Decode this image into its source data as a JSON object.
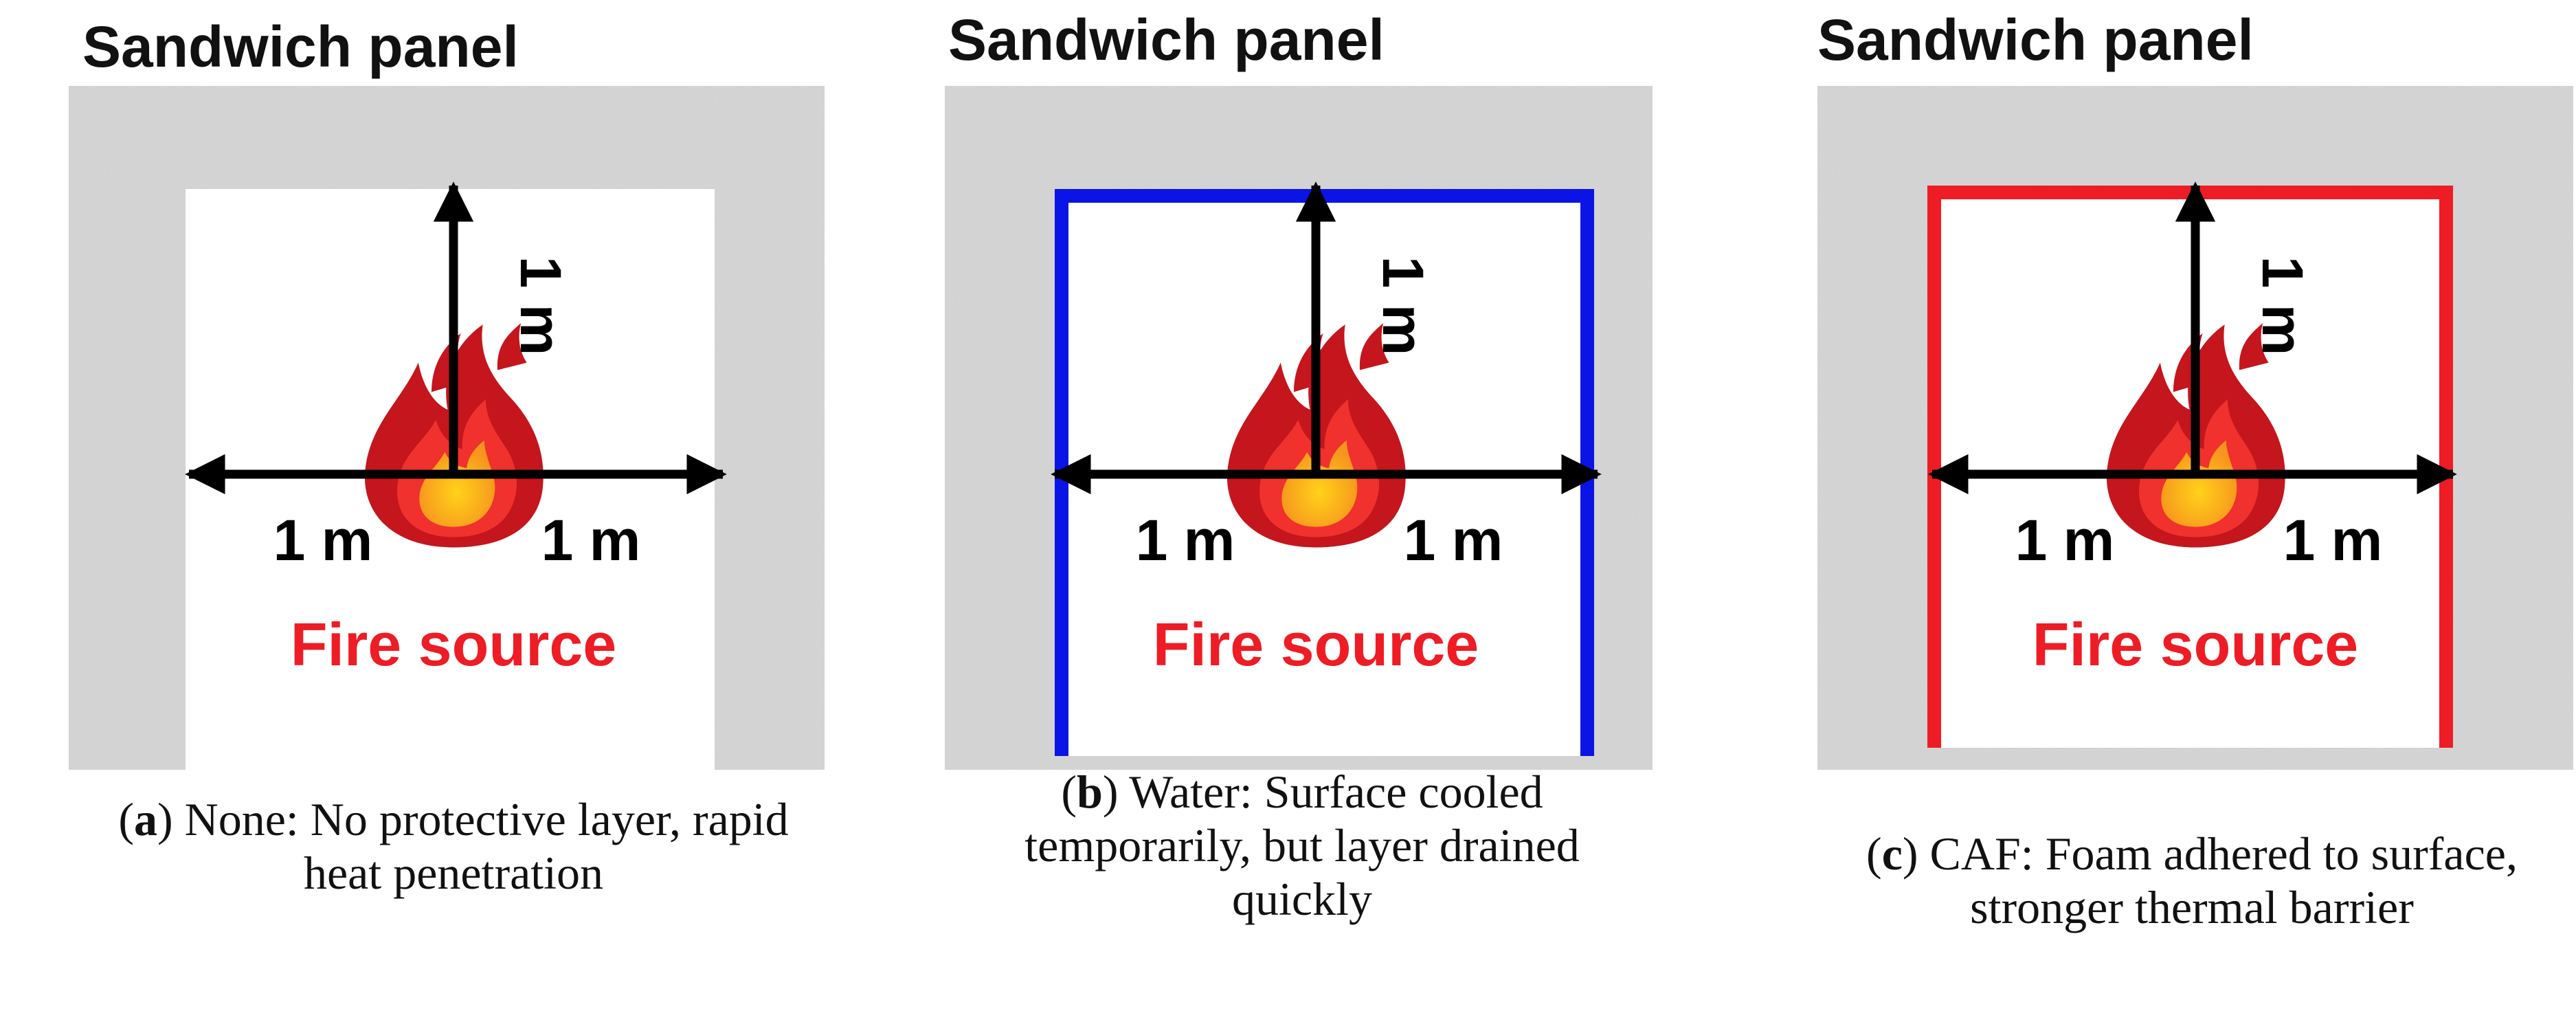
{
  "colors": {
    "water_layer": "#0a14e6",
    "caf_layer": "#ee1c25",
    "fire_text": "#ee1c25",
    "panel": "#d9d9d9"
  },
  "panels": [
    {
      "title": "Sandwich panel",
      "left_dim": "1 m",
      "right_dim": "1 m",
      "up_dim": "1 m",
      "fire_label": "Fire source",
      "caption_label": "a",
      "caption_lines": [
        "None: No protective layer, rapid",
        "heat penetration"
      ],
      "layer": "none"
    },
    {
      "title": "Sandwich panel",
      "left_dim": "1 m",
      "right_dim": "1 m",
      "up_dim": "1 m",
      "fire_label": "Fire source",
      "caption_label": "b",
      "caption_lines": [
        "Water: Surface cooled",
        "temporarily, but layer drained",
        "quickly"
      ],
      "layer": "water"
    },
    {
      "title": "Sandwich panel",
      "left_dim": "1 m",
      "right_dim": "1 m",
      "up_dim": "1 m",
      "fire_label": "Fire source",
      "caption_label": "c",
      "caption_lines": [
        "CAF: Foam adhered to surface,",
        "stronger thermal barrier"
      ],
      "layer": "caf"
    }
  ]
}
